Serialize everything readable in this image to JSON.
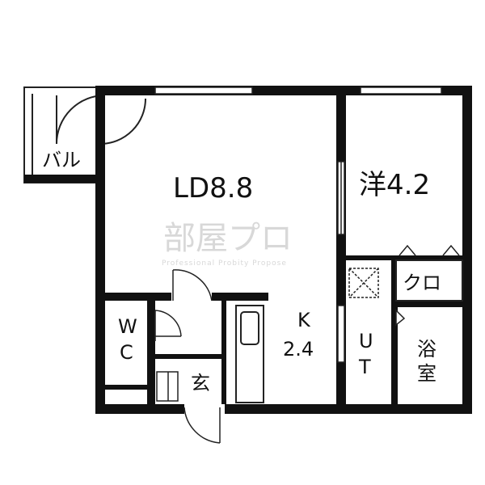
{
  "rooms": {
    "ld": "LD8.8",
    "western": "洋4.2",
    "kitchen_k": "K",
    "kitchen_size": "2.4",
    "balcony": "バル",
    "closet": "クロ",
    "wc_w": "W",
    "wc_c": "C",
    "entrance": "玄",
    "ut_u": "U",
    "ut_t": "T",
    "bath_1": "浴",
    "bath_2": "室"
  },
  "watermark": {
    "main": "部屋プロ",
    "sub": "Professional Probity Propose"
  },
  "colors": {
    "wall": "#111111",
    "line": "#222222",
    "watermark": "#d8d8d8"
  }
}
